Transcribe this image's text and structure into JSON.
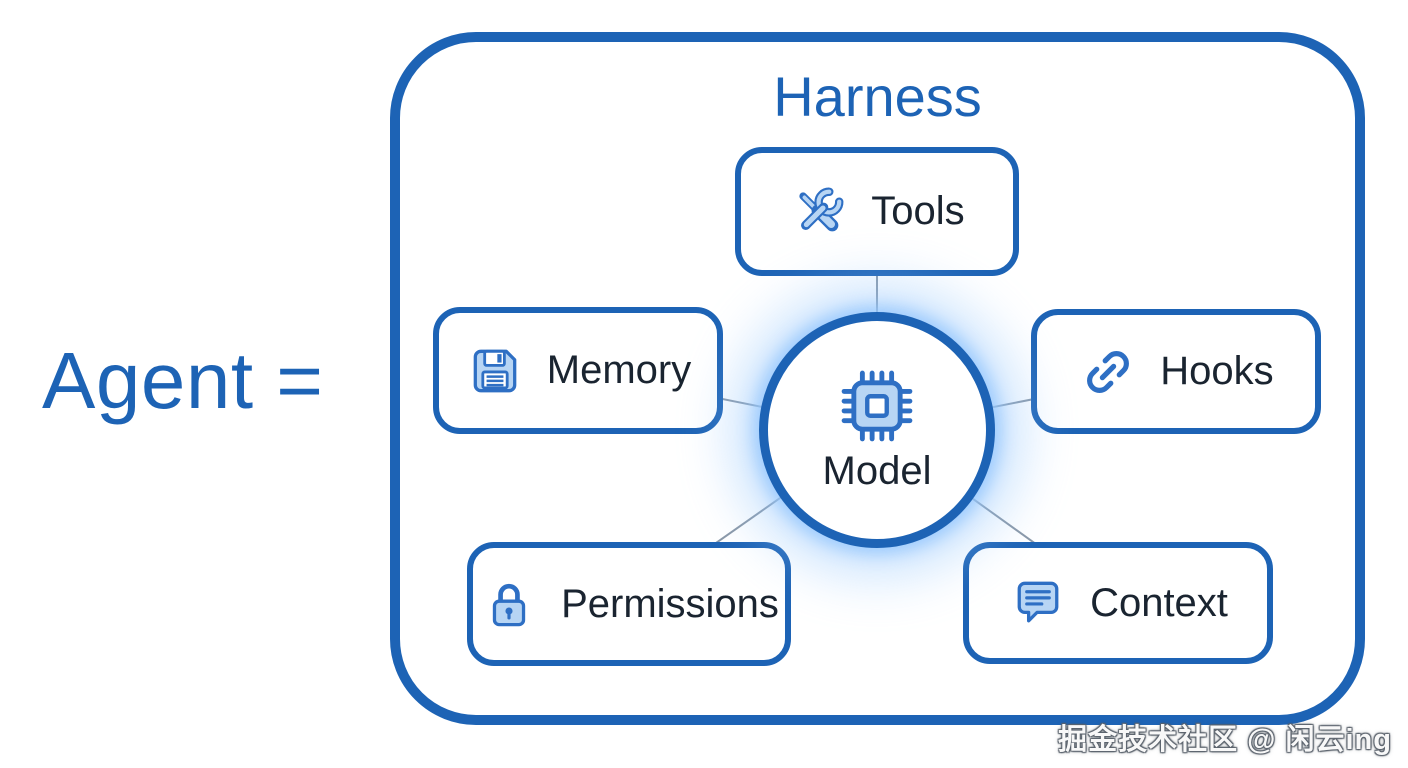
{
  "equation": {
    "label": "Agent ="
  },
  "harness": {
    "title": "Harness"
  },
  "nodes": {
    "tools": {
      "label": "Tools",
      "icon": "wrench-screwdriver-icon"
    },
    "memory": {
      "label": "Memory",
      "icon": "floppy-disk-icon"
    },
    "hooks": {
      "label": "Hooks",
      "icon": "chain-link-icon"
    },
    "permissions": {
      "label": "Permissions",
      "icon": "padlock-icon"
    },
    "context": {
      "label": "Context",
      "icon": "chat-bubble-icon"
    },
    "model": {
      "label": "Model",
      "icon": "cpu-chip-icon"
    }
  },
  "colors": {
    "primary_blue": "#1d63b5",
    "icon_stroke": "#2e6fc4",
    "icon_fill": "#b7d5f4",
    "label_text": "#1a2430",
    "connector_line": "#8a98a8",
    "model_glow": "rgba(147,197,253,0.6)",
    "background": "#ffffff"
  },
  "watermark": {
    "text": "掘金技术社区 @ 闲云ing"
  }
}
